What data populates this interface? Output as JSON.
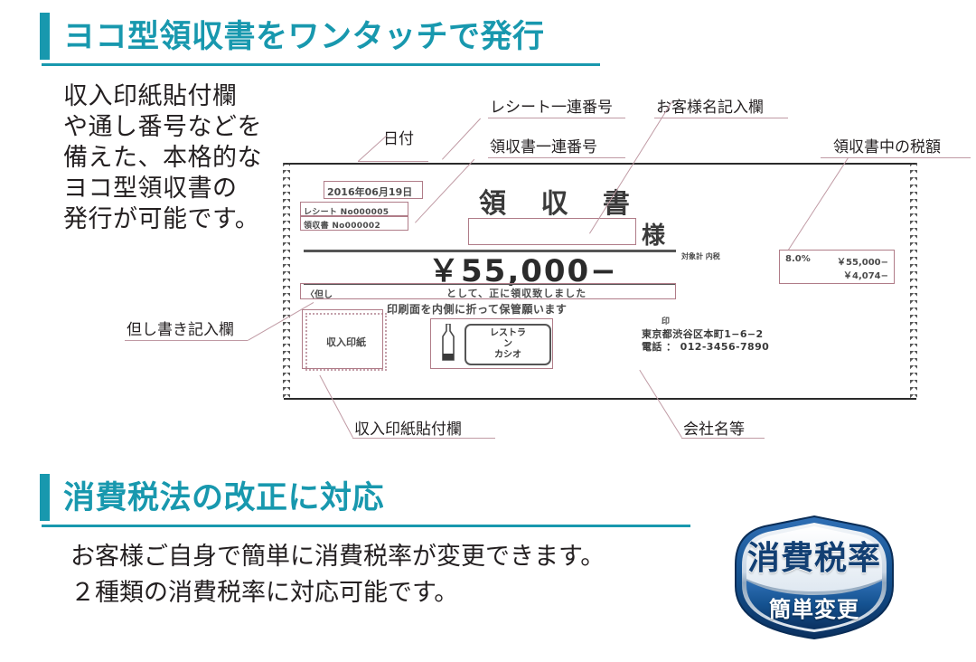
{
  "sections": [
    {
      "heading": "ヨコ型領収書をワンタッチで発行",
      "body": "収入印紙貼付欄\nや通し番号などを\n備えた、本格的な\nヨコ型領収書の\n発行が可能です。"
    },
    {
      "heading": "消費税法の改正に対応",
      "body": "お客様ご自身で簡単に消費税率が変更できます。\n２種類の消費税率に対応可能です。"
    }
  ],
  "callouts": {
    "date": "日付",
    "receipt_serial": "レシート一連番号",
    "receipt_number": "領収書一連番号",
    "customer_name_field": "お客様名記入欄",
    "tax_in_receipt": "領収書中の税額",
    "note_field": "但し書き記入欄",
    "stamp_area": "収入印紙貼付欄",
    "company_name": "会社名等"
  },
  "receipt": {
    "title": "領 収 書",
    "date": "2016年06月19日",
    "receipt_serial_line": "レシート No000005",
    "receipt_number_line": "領収書 No000002",
    "sama": "様",
    "amount": "￥55,000−",
    "amount_labels": "対象計\n内税",
    "tadashi": "〈但し",
    "toshite": "として、正に領収致しました",
    "fold_note": "印刷面を内側に折って保管願います",
    "in_mark": "印",
    "stamp_label": "収入印紙",
    "logo_text": "レストラン\nカシオ",
    "address": "東京都渋谷区本町1−6−2\n電話 ： 012-3456-7890",
    "tax_rate": "8.0%",
    "tax_base": "￥55,000−",
    "tax_amount": "￥4,074−"
  },
  "badge": {
    "top": "消費税率",
    "bottom": "簡単変更"
  },
  "colors": {
    "accent": "#1898ae",
    "text": "#231f20",
    "callout_line": "#c09aa4",
    "badge_blue": "#123f73"
  }
}
